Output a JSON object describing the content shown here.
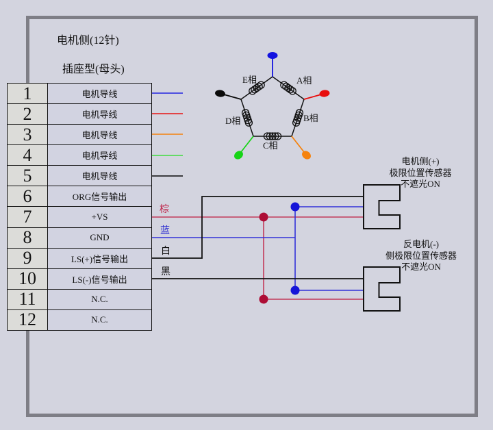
{
  "title": {
    "line1": "电机侧(12针)",
    "line2": "插座型(母头)"
  },
  "connector_table": {
    "rows": [
      {
        "pin": "1",
        "label": "电机导线",
        "wire_color": "#2121e0"
      },
      {
        "pin": "2",
        "label": "电机导线",
        "wire_color": "#e81414"
      },
      {
        "pin": "3",
        "label": "电机导线",
        "wire_color": "#f5820d"
      },
      {
        "pin": "4",
        "label": "电机导线",
        "wire_color": "#3fdc3f"
      },
      {
        "pin": "5",
        "label": "电机导线",
        "wire_color": "#0a0a0a"
      },
      {
        "pin": "6",
        "label": "ORG信号输出"
      },
      {
        "pin": "7",
        "label": "+VS"
      },
      {
        "pin": "8",
        "label": "GND"
      },
      {
        "pin": "9",
        "label": "LS(+)信号输出"
      },
      {
        "pin": "10",
        "label": "LS(-)信号输出"
      },
      {
        "pin": "11",
        "label": "N.C."
      },
      {
        "pin": "12",
        "label": "N.C."
      }
    ]
  },
  "wire_labels": {
    "brown": "棕",
    "blue": "蓝",
    "white": "白",
    "black": "黑"
  },
  "motor": {
    "phases": {
      "a": "A相",
      "b": "B相",
      "c": "C相",
      "d": "D相",
      "e": "E相"
    }
  },
  "sensors": {
    "plus": {
      "line1": "电机侧(+)",
      "line2": "极限位置传感器",
      "line3": "不遮光ON"
    },
    "minus": {
      "line1": "反电机(-)",
      "line2": "侧极限位置传感器",
      "line3": "不遮光ON"
    }
  },
  "colors": {
    "background": "#d3d4df",
    "frame_gray": "#7e7e86",
    "table_pin_bg": "#dcdcd9",
    "table_label_bg": "#d2d3e1",
    "line_black": "#111111",
    "phase_blue": "#1212e0",
    "phase_red": "#e80d0d",
    "phase_orange": "#f5820d",
    "phase_green": "#17d417",
    "phase_black": "#0a0a0a",
    "signal_brown": "#c23a5a",
    "signal_blue": "#3232d8",
    "dot_red": "#ad0d35",
    "dot_blue": "#1515d8"
  }
}
